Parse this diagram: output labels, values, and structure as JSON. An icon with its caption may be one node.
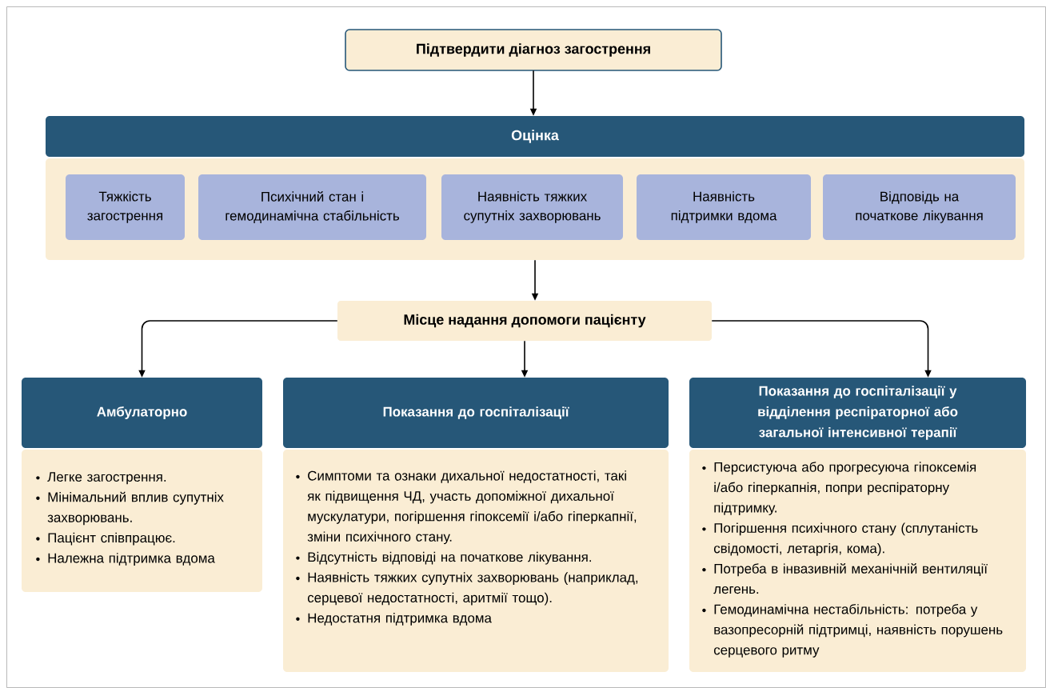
{
  "diagram": {
    "nodes": [
      {
        "text": [
          "Підтвердити діагноз загострення"
        ]
      },
      {
        "text": [
          "Оцінка"
        ]
      },
      {
        "text": [
          "Тяжкість загострення"
        ],
        "in": 1
      },
      {
        "text": [
          "Психічний стан і гемодинамічна стабільність"
        ],
        "in": 1
      },
      {
        "text": [
          "Наявність тяжких супутніх захворювань"
        ],
        "in": 1
      },
      {
        "text": [
          "Наявність підтримки вдома"
        ],
        "in": 1
      },
      {
        "text": [
          "Відповідь на початкове лікування"
        ],
        "in": 1
      },
      {
        "text": [
          "Місце надання допомоги пацієнту"
        ]
      },
      {
        "text": [
          "Амбулаторно",
          "Легке загострення.",
          "Мінімальний вплив супутніх захворювань.",
          "Пацієнт співпрацює.",
          "Належна підтримка вдома"
        ]
      },
      {
        "text": [
          "Показання до госпіталізації",
          "Симптоми та ознаки дихальної недостатності, такі як підвищення ЧД, участь допоміжної дихальної мускулатури, погіршення гіпоксемії і/або гіперкапнії, зміни психічного стану.",
          "Відсутність відповіді на початкове лікування.",
          "Наявність тяжких супутніх захворювань (наприклад, серцевої недостатності, аритмії тощо).",
          "Недостатня підтримка вдома"
        ]
      },
      {
        "text": [
          "Показання до госпіталізації у відділення респіраторної або загальної інтенсивної терапії",
          "Персистуюча або прогресуюча гіпоксемія і/або гіперкапнія, попри респіраторну підтримку.",
          "Погіршення психічного стану (сплутаність свідомості, летаргія, кома).",
          "Потреба в інвазивній механічній вентиляції легень.",
          "Гемодинамічна нестабільність: потреба у вазопресорній підтримці, наявність порушень серцевого ритму"
        ]
      }
    ],
    "edges": [
      {
        "from": 0,
        "to": 1,
        "arrow": "to"
      },
      {
        "from": 1,
        "to": 7,
        "arrow": "to"
      },
      {
        "from": 7,
        "to": 8,
        "arrow": "to"
      },
      {
        "from": 7,
        "to": 9,
        "arrow": "to"
      },
      {
        "from": 7,
        "to": 10,
        "arrow": "to"
      }
    ]
  }
}
